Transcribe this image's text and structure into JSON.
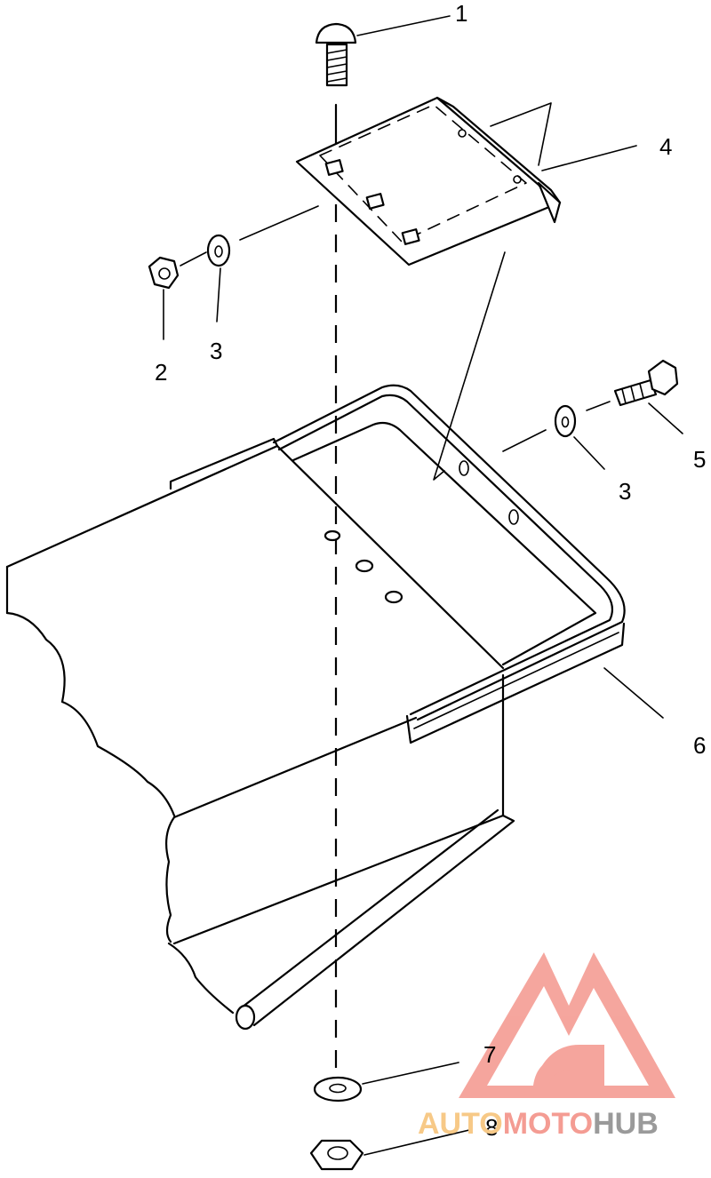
{
  "callouts": {
    "c1": "1",
    "c2": "2",
    "c3a": "3",
    "c3b": "3",
    "c4": "4",
    "c5": "5",
    "c6": "6",
    "c7": "7",
    "c8": "8"
  },
  "watermark": {
    "part1": "AUTO",
    "part2": "MOTO",
    "part3": "HUB",
    "colors": {
      "auto": "#f7c987",
      "moto": "#f49c93",
      "hub": "#9a9a9a",
      "logo": "#f49c93"
    }
  }
}
